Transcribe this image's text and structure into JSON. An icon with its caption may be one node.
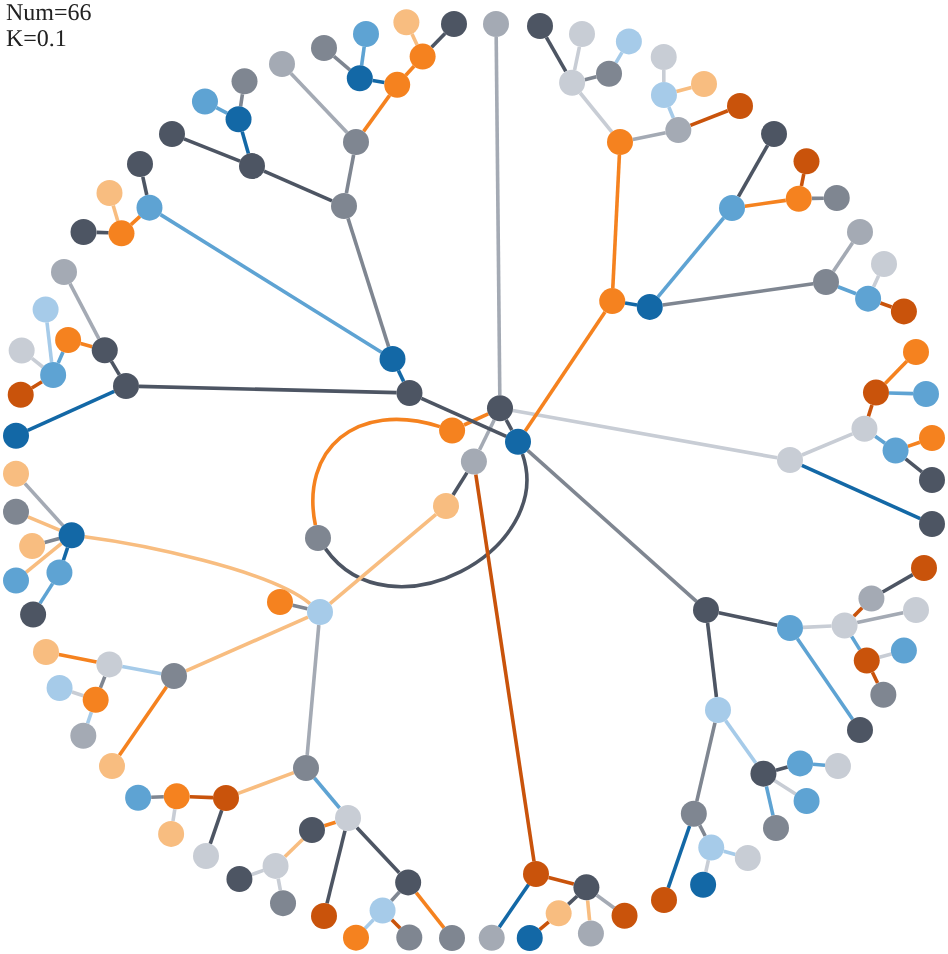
{
  "diagram": {
    "nodes": [
      {
        "text": [],
        "shape": "circle"
      },
      {
        "text": [],
        "shape": "circle"
      },
      {
        "text": [],
        "shape": "circle"
      },
      {
        "text": [],
        "shape": "circle"
      },
      {
        "text": [],
        "shape": "circle"
      },
      {
        "text": [],
        "shape": "circle"
      },
      {
        "text": [],
        "shape": "circle"
      },
      {
        "text": [],
        "shape": "circle"
      },
      {
        "text": [],
        "shape": "circle"
      },
      {
        "text": [],
        "shape": "circle"
      },
      {
        "text": [],
        "shape": "circle"
      },
      {
        "text": [],
        "shape": "circle"
      },
      {
        "text": [],
        "shape": "circle"
      },
      {
        "text": [],
        "shape": "circle"
      },
      {
        "text": [],
        "shape": "circle"
      },
      {
        "text": [],
        "shape": "circle"
      },
      {
        "text": [],
        "shape": "circle"
      },
      {
        "text": [],
        "shape": "circle"
      },
      {
        "text": [],
        "shape": "circle"
      },
      {
        "text": [],
        "shape": "circle"
      },
      {
        "text": [],
        "shape": "circle"
      },
      {
        "text": [],
        "shape": "circle"
      },
      {
        "text": [],
        "shape": "circle"
      },
      {
        "text": [],
        "shape": "circle"
      },
      {
        "text": [],
        "shape": "circle"
      },
      {
        "text": [],
        "shape": "circle"
      },
      {
        "text": [],
        "shape": "circle"
      },
      {
        "text": [],
        "shape": "circle"
      },
      {
        "text": [],
        "shape": "circle"
      },
      {
        "text": [],
        "shape": "circle"
      },
      {
        "text": [],
        "shape": "circle"
      },
      {
        "text": [],
        "shape": "circle"
      },
      {
        "text": [],
        "shape": "circle"
      },
      {
        "text": [],
        "shape": "circle"
      },
      {
        "text": [],
        "shape": "circle"
      },
      {
        "text": [],
        "shape": "circle"
      },
      {
        "text": [],
        "shape": "circle"
      },
      {
        "text": [],
        "shape": "circle"
      },
      {
        "text": [],
        "shape": "circle"
      },
      {
        "text": [],
        "shape": "circle"
      },
      {
        "text": [],
        "shape": "circle"
      },
      {
        "text": [],
        "shape": "circle"
      },
      {
        "text": [],
        "shape": "circle"
      },
      {
        "text": [],
        "shape": "circle"
      },
      {
        "text": [],
        "shape": "circle"
      },
      {
        "text": [],
        "shape": "circle"
      },
      {
        "text": [],
        "shape": "circle"
      },
      {
        "text": [],
        "shape": "circle"
      },
      {
        "text": [],
        "shape": "circle"
      },
      {
        "text": [],
        "shape": "circle"
      },
      {
        "text": [],
        "shape": "circle"
      },
      {
        "text": [],
        "shape": "circle"
      },
      {
        "text": [],
        "shape": "circle"
      },
      {
        "text": [],
        "shape": "circle"
      },
      {
        "text": [],
        "shape": "circle"
      },
      {
        "text": [],
        "shape": "circle"
      },
      {
        "text": [],
        "shape": "circle"
      },
      {
        "text": [],
        "shape": "circle"
      },
      {
        "text": [],
        "shape": "circle"
      },
      {
        "text": [],
        "shape": "circle"
      },
      {
        "text": [],
        "shape": "circle"
      },
      {
        "text": [],
        "shape": "circle"
      },
      {
        "text": [],
        "shape": "circle"
      },
      {
        "text": [],
        "shape": "circle"
      },
      {
        "text": [],
        "shape": "circle"
      },
      {
        "text": [],
        "shape": "circle"
      },
      {
        "text": [],
        "shape": "circle"
      },
      {
        "text": [],
        "shape": "circle"
      },
      {
        "text": [],
        "shape": "circle"
      },
      {
        "text": [],
        "shape": "circle"
      },
      {
        "text": [],
        "shape": "circle"
      },
      {
        "text": [],
        "shape": "circle"
      },
      {
        "text": [],
        "shape": "circle"
      },
      {
        "text": [],
        "shape": "circle"
      },
      {
        "text": [],
        "shape": "circle"
      },
      {
        "text": [],
        "shape": "circle"
      },
      {
        "text": [],
        "shape": "circle"
      },
      {
        "text": [],
        "shape": "circle"
      },
      {
        "text": [],
        "shape": "circle"
      },
      {
        "text": [],
        "shape": "circle"
      },
      {
        "text": [],
        "shape": "circle"
      },
      {
        "text": [],
        "shape": "circle"
      },
      {
        "text": [],
        "shape": "circle"
      },
      {
        "text": [],
        "shape": "circle"
      },
      {
        "text": [],
        "shape": "circle"
      },
      {
        "text": [],
        "shape": "circle"
      },
      {
        "text": [],
        "shape": "circle"
      },
      {
        "text": [],
        "shape": "circle"
      },
      {
        "text": [],
        "shape": "circle"
      },
      {
        "text": [],
        "shape": "circle"
      },
      {
        "text": [],
        "shape": "circle"
      },
      {
        "text": [],
        "shape": "circle"
      },
      {
        "text": [],
        "shape": "circle"
      },
      {
        "text": [],
        "shape": "circle"
      },
      {
        "text": [],
        "shape": "circle"
      },
      {
        "text": [],
        "shape": "circle"
      },
      {
        "text": [],
        "shape": "circle"
      },
      {
        "text": [],
        "shape": "circle"
      },
      {
        "text": [],
        "shape": "circle"
      },
      {
        "text": [],
        "shape": "circle"
      },
      {
        "text": [],
        "shape": "circle"
      },
      {
        "text": [],
        "shape": "circle"
      },
      {
        "text": [],
        "shape": "circle"
      },
      {
        "text": [],
        "shape": "circle"
      },
      {
        "text": [],
        "shape": "circle"
      },
      {
        "text": [],
        "shape": "circle"
      },
      {
        "text": [],
        "shape": "circle"
      },
      {
        "text": [],
        "shape": "circle"
      },
      {
        "text": [],
        "shape": "circle"
      },
      {
        "text": [],
        "shape": "circle"
      },
      {
        "text": [],
        "shape": "circle"
      },
      {
        "text": [],
        "shape": "circle"
      },
      {
        "text": [],
        "shape": "circle"
      },
      {
        "text": [],
        "shape": "circle"
      },
      {
        "text": [],
        "shape": "circle"
      },
      {
        "text": [],
        "shape": "circle"
      },
      {
        "text": [],
        "shape": "circle"
      },
      {
        "text": [],
        "shape": "circle"
      },
      {
        "text": [],
        "shape": "circle"
      },
      {
        "text": [],
        "shape": "circle"
      },
      {
        "text": [],
        "shape": "circle"
      },
      {
        "text": [],
        "shape": "circle"
      },
      {
        "text": [],
        "shape": "circle"
      },
      {
        "text": [],
        "shape": "circle"
      },
      {
        "text": [],
        "shape": "circle"
      },
      {
        "text": [],
        "shape": "circle"
      },
      {
        "text": [],
        "shape": "circle"
      },
      {
        "text": [],
        "shape": "circle"
      },
      {
        "text": [],
        "shape": "circle"
      },
      {
        "text": [],
        "shape": "circle"
      },
      {
        "text": [],
        "shape": "circle"
      }
    ],
    "edges": [
      {
        "from": 65,
        "to": 66,
        "arrow": "none",
        "color": "#4d5563"
      },
      {
        "from": 65,
        "to": 33,
        "arrow": "none",
        "color": "#a4aab4"
      },
      {
        "from": 65,
        "to": 64,
        "arrow": "none",
        "color": "#c8cdd5"
      },
      {
        "from": 65,
        "to": 32,
        "arrow": "none",
        "color": "#a4aab4"
      },
      {
        "from": 65,
        "to": 31,
        "arrow": "none",
        "color": "#f5821f"
      },
      {
        "from": 66,
        "to": 55,
        "arrow": "none",
        "color": "#f5821f"
      },
      {
        "from": 66,
        "to": 30,
        "arrow": "none",
        "color": "#4d5563"
      },
      {
        "from": 66,
        "to": 75,
        "arrow": "none",
        "color": "#7f8691"
      },
      {
        "from": 66,
        "to": 103,
        "arrow": "none",
        "color": "#4d5563"
      },
      {
        "from": 31,
        "to": 103,
        "arrow": "none",
        "color": "#f5821f"
      },
      {
        "from": 30,
        "to": 29,
        "arrow": "none",
        "color": "#1368a6"
      },
      {
        "from": 29,
        "to": 15,
        "arrow": "none",
        "color": "#7f8691"
      },
      {
        "from": 29,
        "to": 18,
        "arrow": "none",
        "color": "#5ea3d3"
      },
      {
        "from": 30,
        "to": 26,
        "arrow": "none",
        "color": "#4d5563"
      },
      {
        "from": 15,
        "to": 12,
        "arrow": "none",
        "color": "#7f8691"
      },
      {
        "from": 15,
        "to": 13,
        "arrow": "none",
        "color": "#4d5563"
      },
      {
        "from": 12,
        "to": 6,
        "arrow": "none",
        "color": "#f5821f"
      },
      {
        "from": 12,
        "to": 4,
        "arrow": "none",
        "color": "#a4aab4"
      },
      {
        "from": 6,
        "to": 5,
        "arrow": "none",
        "color": "#f5821f"
      },
      {
        "from": 6,
        "to": 7,
        "arrow": "none",
        "color": "#1368a6"
      },
      {
        "from": 5,
        "to": 1,
        "arrow": "none",
        "color": "#f8bd80"
      },
      {
        "from": 5,
        "to": 0,
        "arrow": "none",
        "color": "#4d5563"
      },
      {
        "from": 7,
        "to": 3,
        "arrow": "none",
        "color": "#7f8691"
      },
      {
        "from": 7,
        "to": 2,
        "arrow": "none",
        "color": "#5ea3d3"
      },
      {
        "from": 13,
        "to": 10,
        "arrow": "none",
        "color": "#1368a6"
      },
      {
        "from": 13,
        "to": 11,
        "arrow": "none",
        "color": "#4d5563"
      },
      {
        "from": 10,
        "to": 9,
        "arrow": "none",
        "color": "#5ea3d3"
      },
      {
        "from": 10,
        "to": 8,
        "arrow": "none",
        "color": "#7f8691"
      },
      {
        "from": 18,
        "to": 17,
        "arrow": "none",
        "color": "#f5821f"
      },
      {
        "from": 18,
        "to": 14,
        "arrow": "none",
        "color": "#4d5563"
      },
      {
        "from": 17,
        "to": 16,
        "arrow": "none",
        "color": "#f8bd80"
      },
      {
        "from": 17,
        "to": 19,
        "arrow": "none",
        "color": "#4d5563"
      },
      {
        "from": 26,
        "to": 25,
        "arrow": "none",
        "color": "#4d5563"
      },
      {
        "from": 26,
        "to": 28,
        "arrow": "none",
        "color": "#1368a6"
      },
      {
        "from": 25,
        "to": 20,
        "arrow": "none",
        "color": "#a4aab4"
      },
      {
        "from": 25,
        "to": 23,
        "arrow": "none",
        "color": "#f5821f"
      },
      {
        "from": 23,
        "to": 24,
        "arrow": "none",
        "color": "#5ea3d3"
      },
      {
        "from": 24,
        "to": 21,
        "arrow": "none",
        "color": "#a6cbe9"
      },
      {
        "from": 24,
        "to": 22,
        "arrow": "none",
        "color": "#c8cdd5"
      },
      {
        "from": 24,
        "to": 27,
        "arrow": "none",
        "color": "#c9530b"
      },
      {
        "from": 32,
        "to": 89,
        "arrow": "none",
        "color": "#c9530b"
      },
      {
        "from": 32,
        "to": 104,
        "arrow": "none",
        "color": "#4d5563"
      },
      {
        "from": 104,
        "to": 106,
        "arrow": "none",
        "color": "#f8bd80"
      },
      {
        "from": 106,
        "to": 105,
        "arrow": "none",
        "color": "#7f8691"
      },
      {
        "from": 106,
        "to": 99,
        "arrow": "none",
        "color": "#f8bd80"
      },
      {
        "from": 106,
        "to": 109,
        "arrow": "none",
        "color": "#f8bd80"
      },
      {
        "from": 106,
        "to": 114,
        "arrow": "none",
        "color": "#a4aab4"
      },
      {
        "from": 99,
        "to": 96,
        "arrow": "none",
        "color": "#a4aab4"
      },
      {
        "from": 99,
        "to": 97,
        "arrow": "none",
        "color": "#f8bd80"
      },
      {
        "from": 99,
        "to": 101,
        "arrow": "none",
        "color": "#f8bd80"
      },
      {
        "from": 99,
        "to": 98,
        "arrow": "none",
        "color": "#7f8691"
      },
      {
        "from": 99,
        "to": 100,
        "arrow": "none",
        "color": "#1368a6"
      },
      {
        "from": 100,
        "to": 102,
        "arrow": "none",
        "color": "#5ea3d3"
      },
      {
        "from": 109,
        "to": 108,
        "arrow": "none",
        "color": "#a6cbe9"
      },
      {
        "from": 108,
        "to": 107,
        "arrow": "none",
        "color": "#f5821f"
      },
      {
        "from": 108,
        "to": 111,
        "arrow": "none",
        "color": "#7f8691"
      },
      {
        "from": 111,
        "to": 110,
        "arrow": "none",
        "color": "#c8cdd5"
      },
      {
        "from": 111,
        "to": 112,
        "arrow": "none",
        "color": "#a6cbe9"
      },
      {
        "from": 109,
        "to": 113,
        "arrow": "none",
        "color": "#f5821f"
      },
      {
        "from": 114,
        "to": 115,
        "arrow": "none",
        "color": "#f8bd80"
      },
      {
        "from": 114,
        "to": 118,
        "arrow": "none",
        "color": "#5ea3d3"
      },
      {
        "from": 115,
        "to": 117,
        "arrow": "none",
        "color": "#c9530b"
      },
      {
        "from": 117,
        "to": 116,
        "arrow": "none",
        "color": "#7f8691"
      },
      {
        "from": 117,
        "to": 120,
        "arrow": "none",
        "color": "#c8cdd5"
      },
      {
        "from": 115,
        "to": 121,
        "arrow": "none",
        "color": "#4d5563"
      },
      {
        "from": 118,
        "to": 119,
        "arrow": "none",
        "color": "#f5821f"
      },
      {
        "from": 119,
        "to": 122,
        "arrow": "none",
        "color": "#f8bd80"
      },
      {
        "from": 122,
        "to": 123,
        "arrow": "none",
        "color": "#c8cdd5"
      },
      {
        "from": 122,
        "to": 124,
        "arrow": "none",
        "color": "#c8cdd5"
      },
      {
        "from": 118,
        "to": 127,
        "arrow": "none",
        "color": "#4d5563"
      },
      {
        "from": 118,
        "to": 125,
        "arrow": "none",
        "color": "#4d5563"
      },
      {
        "from": 125,
        "to": 126,
        "arrow": "none",
        "color": "#7f8691"
      },
      {
        "from": 126,
        "to": 128,
        "arrow": "none",
        "color": "#a6cbe9"
      },
      {
        "from": 126,
        "to": 129,
        "arrow": "none",
        "color": "#c9530b"
      },
      {
        "from": 125,
        "to": 130,
        "arrow": "none",
        "color": "#f5821f"
      },
      {
        "from": 55,
        "to": 44,
        "arrow": "none",
        "color": "#f5821f"
      },
      {
        "from": 44,
        "to": 38,
        "arrow": "none",
        "color": "#c8cdd5"
      },
      {
        "from": 38,
        "to": 35,
        "arrow": "none",
        "color": "#c8cdd5"
      },
      {
        "from": 38,
        "to": 37,
        "arrow": "none",
        "color": "#7f8691"
      },
      {
        "from": 37,
        "to": 36,
        "arrow": "none",
        "color": "#a6cbe9"
      },
      {
        "from": 38,
        "to": 34,
        "arrow": "none",
        "color": "#4d5563"
      },
      {
        "from": 44,
        "to": 42,
        "arrow": "none",
        "color": "#a4aab4"
      },
      {
        "from": 42,
        "to": 41,
        "arrow": "none",
        "color": "#a6cbe9"
      },
      {
        "from": 41,
        "to": 39,
        "arrow": "none",
        "color": "#c8cdd5"
      },
      {
        "from": 41,
        "to": 40,
        "arrow": "none",
        "color": "#f8bd80"
      },
      {
        "from": 42,
        "to": 43,
        "arrow": "none",
        "color": "#c9530b"
      },
      {
        "from": 55,
        "to": 56,
        "arrow": "none",
        "color": "#1368a6"
      },
      {
        "from": 56,
        "to": 49,
        "arrow": "none",
        "color": "#5ea3d3"
      },
      {
        "from": 49,
        "to": 45,
        "arrow": "none",
        "color": "#4d5563"
      },
      {
        "from": 49,
        "to": 47,
        "arrow": "none",
        "color": "#f5821f"
      },
      {
        "from": 47,
        "to": 46,
        "arrow": "none",
        "color": "#c9530b"
      },
      {
        "from": 47,
        "to": 48,
        "arrow": "none",
        "color": "#7f8691"
      },
      {
        "from": 56,
        "to": 52,
        "arrow": "none",
        "color": "#7f8691"
      },
      {
        "from": 52,
        "to": 50,
        "arrow": "none",
        "color": "#a4aab4"
      },
      {
        "from": 52,
        "to": 53,
        "arrow": "none",
        "color": "#5ea3d3"
      },
      {
        "from": 53,
        "to": 51,
        "arrow": "none",
        "color": "#c8cdd5"
      },
      {
        "from": 53,
        "to": 54,
        "arrow": "none",
        "color": "#c9530b"
      },
      {
        "from": 64,
        "to": 60,
        "arrow": "none",
        "color": "#c8cdd5"
      },
      {
        "from": 60,
        "to": 59,
        "arrow": "none",
        "color": "#c9530b"
      },
      {
        "from": 59,
        "to": 57,
        "arrow": "none",
        "color": "#f5821f"
      },
      {
        "from": 59,
        "to": 58,
        "arrow": "none",
        "color": "#5ea3d3"
      },
      {
        "from": 60,
        "to": 62,
        "arrow": "none",
        "color": "#5ea3d3"
      },
      {
        "from": 62,
        "to": 61,
        "arrow": "none",
        "color": "#f5821f"
      },
      {
        "from": 62,
        "to": 63,
        "arrow": "none",
        "color": "#4d5563"
      },
      {
        "from": 64,
        "to": 67,
        "arrow": "none",
        "color": "#1368a6"
      },
      {
        "from": 75,
        "to": 76,
        "arrow": "none",
        "color": "#4d5563"
      },
      {
        "from": 76,
        "to": 71,
        "arrow": "none",
        "color": "#c8cdd5"
      },
      {
        "from": 71,
        "to": 69,
        "arrow": "none",
        "color": "#c9530b"
      },
      {
        "from": 69,
        "to": 68,
        "arrow": "none",
        "color": "#4d5563"
      },
      {
        "from": 71,
        "to": 70,
        "arrow": "none",
        "color": "#a4aab4"
      },
      {
        "from": 71,
        "to": 73,
        "arrow": "none",
        "color": "#5ea3d3"
      },
      {
        "from": 73,
        "to": 72,
        "arrow": "none",
        "color": "#c8cdd5"
      },
      {
        "from": 73,
        "to": 74,
        "arrow": "none",
        "color": "#c9530b"
      },
      {
        "from": 76,
        "to": 77,
        "arrow": "none",
        "color": "#5ea3d3"
      },
      {
        "from": 75,
        "to": 78,
        "arrow": "none",
        "color": "#4d5563"
      },
      {
        "from": 78,
        "to": 79,
        "arrow": "none",
        "color": "#a6cbe9"
      },
      {
        "from": 79,
        "to": 80,
        "arrow": "none",
        "color": "#4d5563"
      },
      {
        "from": 80,
        "to": 81,
        "arrow": "none",
        "color": "#5ea3d3"
      },
      {
        "from": 79,
        "to": 82,
        "arrow": "none",
        "color": "#c8cdd5"
      },
      {
        "from": 79,
        "to": 83,
        "arrow": "none",
        "color": "#5ea3d3"
      },
      {
        "from": 78,
        "to": 84,
        "arrow": "none",
        "color": "#7f8691"
      },
      {
        "from": 84,
        "to": 85,
        "arrow": "none",
        "color": "#7f8691"
      },
      {
        "from": 85,
        "to": 86,
        "arrow": "none",
        "color": "#a6cbe9"
      },
      {
        "from": 85,
        "to": 87,
        "arrow": "none",
        "color": "#c8cdd5"
      },
      {
        "from": 84,
        "to": 88,
        "arrow": "none",
        "color": "#1368a6"
      },
      {
        "from": 89,
        "to": 90,
        "arrow": "none",
        "color": "#c9530b"
      },
      {
        "from": 90,
        "to": 93,
        "arrow": "none",
        "color": "#a4aab4"
      },
      {
        "from": 90,
        "to": 91,
        "arrow": "none",
        "color": "#4d5563"
      },
      {
        "from": 91,
        "to": 94,
        "arrow": "none",
        "color": "#c9530b"
      },
      {
        "from": 90,
        "to": 92,
        "arrow": "none",
        "color": "#f8bd80"
      },
      {
        "from": 89,
        "to": 95,
        "arrow": "none",
        "color": "#1368a6"
      }
    ],
    "labels": [
      "Num=66",
      "K=0.1"
    ]
  }
}
